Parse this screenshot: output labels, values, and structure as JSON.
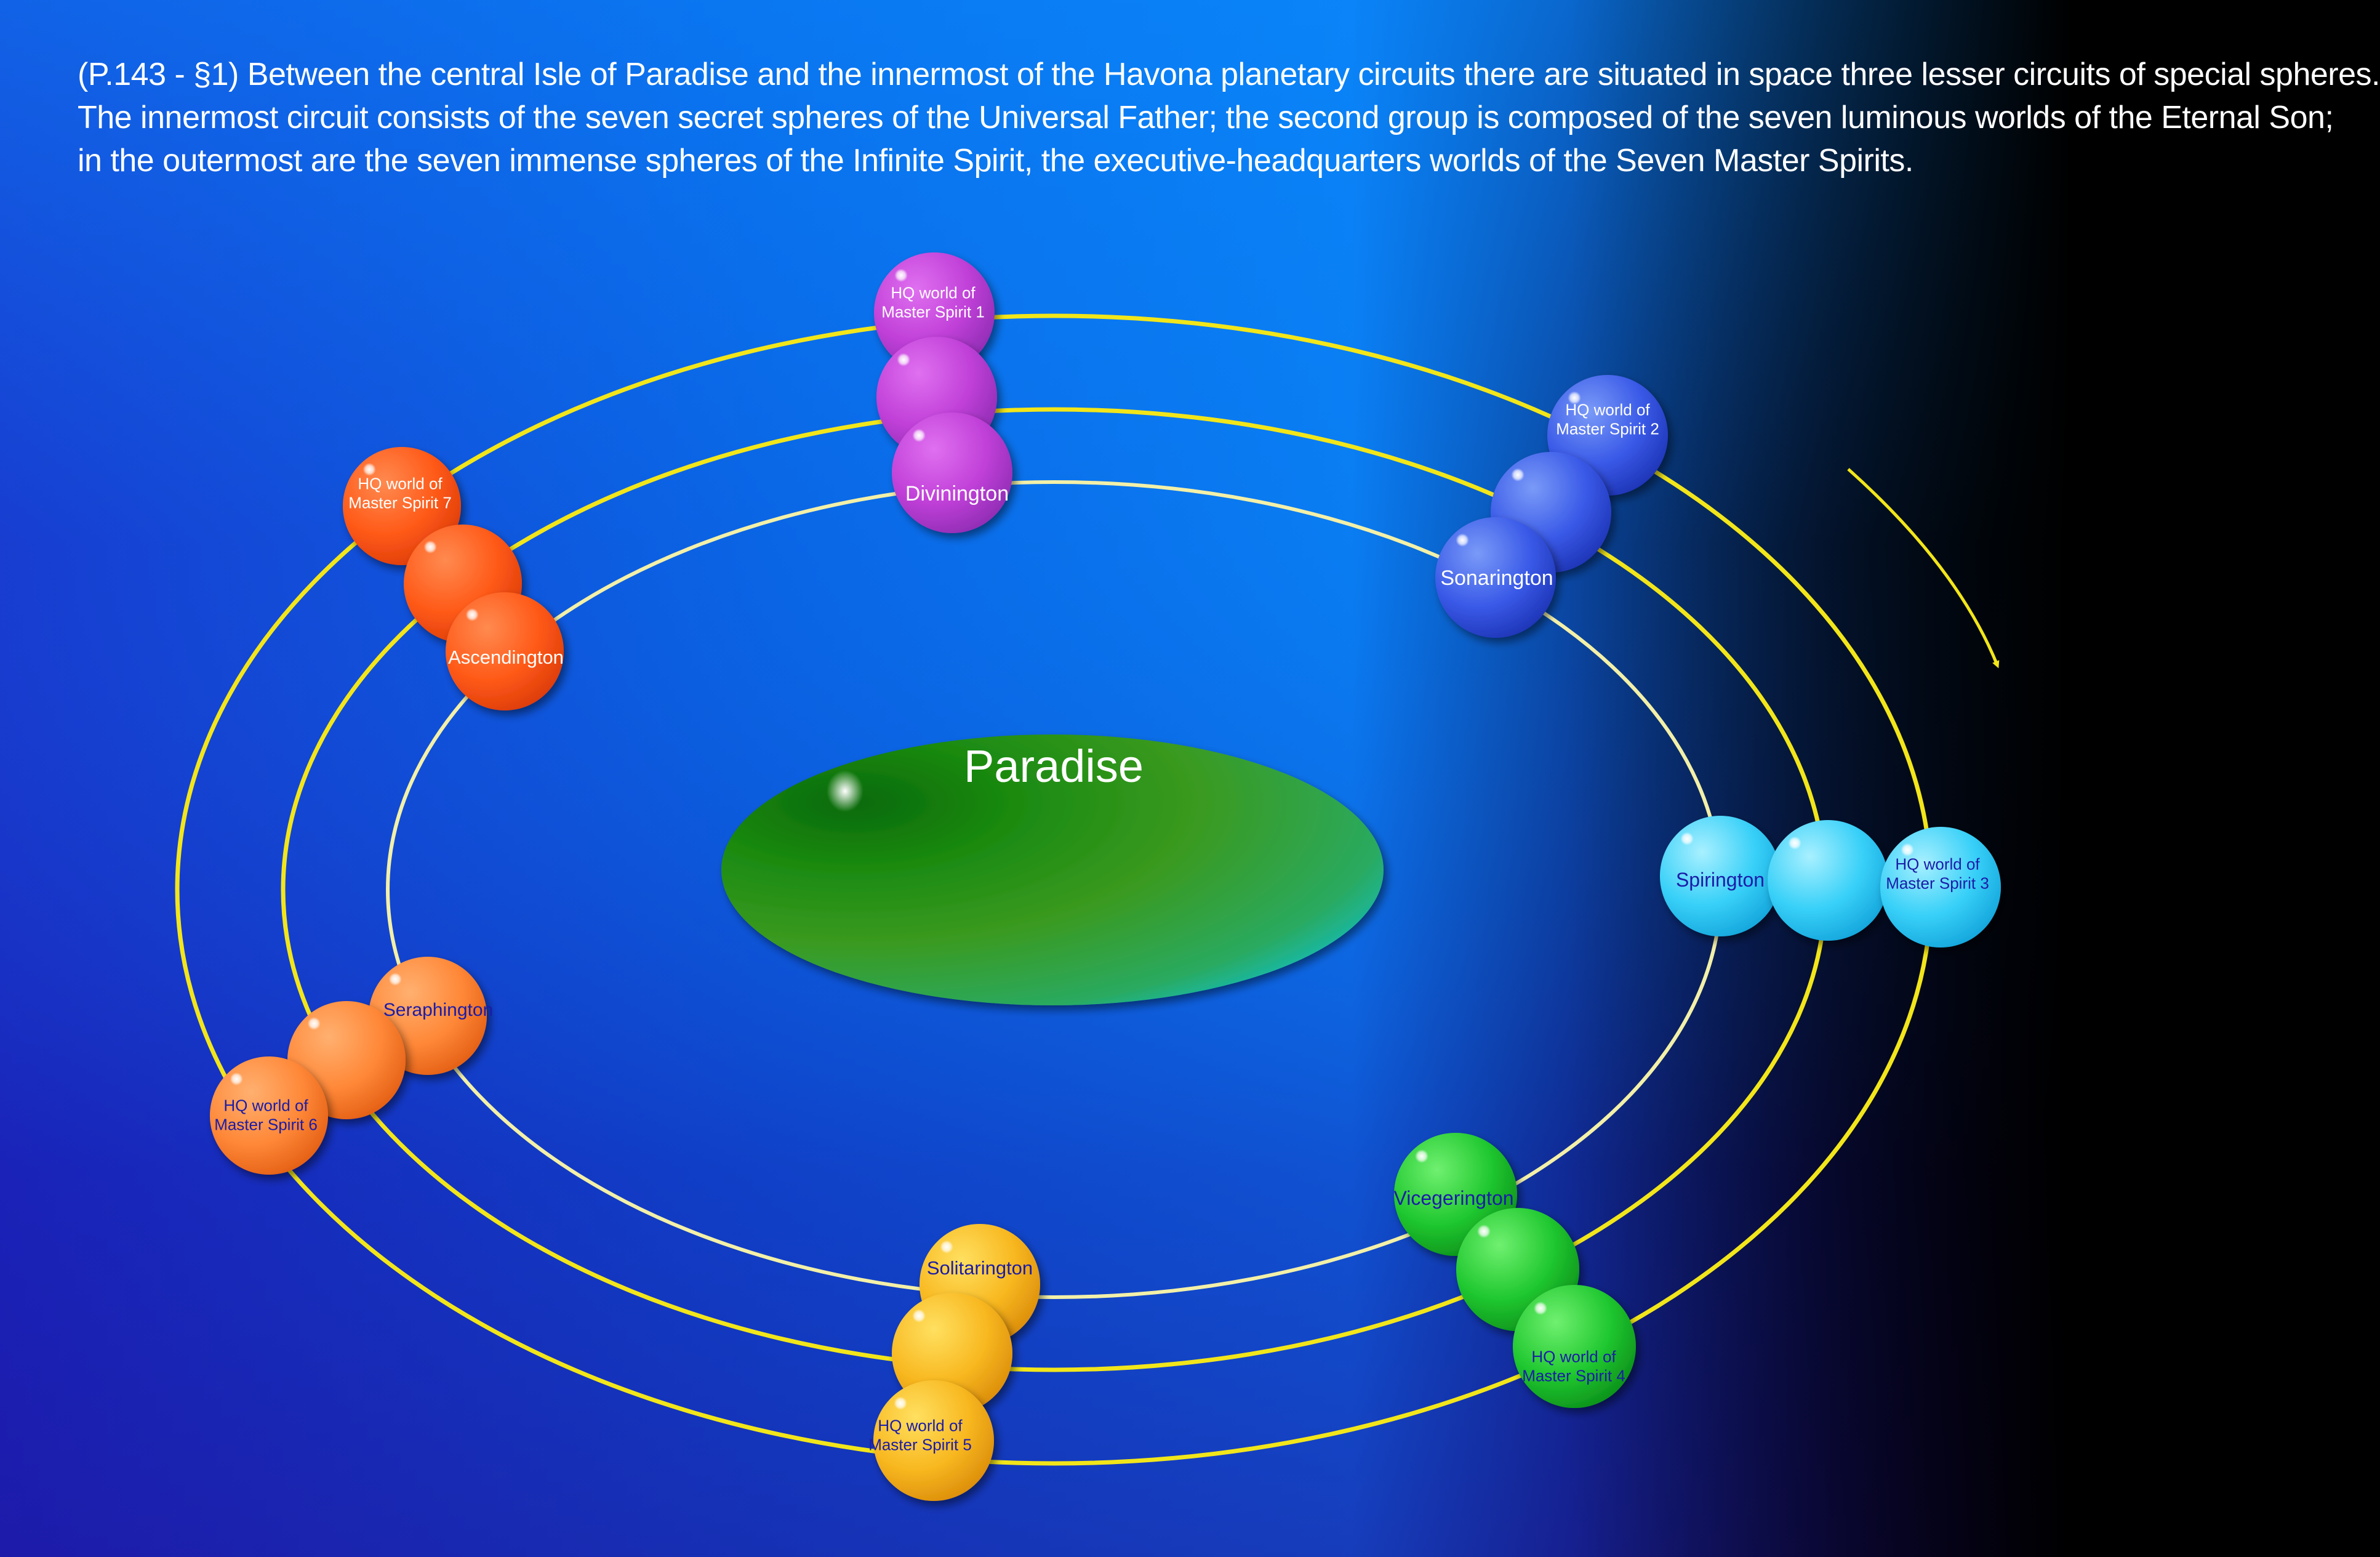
{
  "caption": {
    "line1": "(P.143 - §1)  Between the central Isle of Paradise and the innermost of the Havona planetary circuits there are situated in space three lesser circuits of special spheres.",
    "line2": "The innermost circuit consists of the seven secret spheres of the Universal Father; the second group is composed of the seven luminous worlds of the Eternal Son;",
    "line3": "in the outermost are the seven immense spheres of the Infinite Spirit, the executive-headquarters worlds of the Seven Master Spirits."
  },
  "center": {
    "label": "Paradise"
  },
  "colors": {
    "orbit_outer": "#f2e61a",
    "orbit_inner": "#f3f0a8",
    "arrow": "#f2e61a",
    "label_light": "#ffffff",
    "label_dark": "#1b1ca8"
  },
  "groups": [
    {
      "id": "group-1",
      "colors": [
        "#e070f0",
        "#c040d8",
        "#8a2ab0"
      ],
      "outer_label": [
        "HQ world of",
        "Master Spirit 1"
      ],
      "inner_label": "Divinington",
      "label_style": "light"
    },
    {
      "id": "group-2",
      "colors": [
        "#7a9af8",
        "#3a5ae8",
        "#1a30b0"
      ],
      "outer_label": [
        "HQ world of",
        "Master Spirit 2"
      ],
      "inner_label": "Sonarington",
      "label_style": "light"
    },
    {
      "id": "group-3",
      "colors": [
        "#a8f0ff",
        "#38d0f8",
        "#10a0d8"
      ],
      "outer_label": [
        "HQ world of",
        "Master Spirit 3"
      ],
      "inner_label": "Spirington",
      "label_style": "dark"
    },
    {
      "id": "group-4",
      "colors": [
        "#70f070",
        "#20c830",
        "#0a8a18"
      ],
      "outer_label": [
        "HQ world of",
        "Master Spirit 4"
      ],
      "inner_label": "Vicegerington",
      "label_style": "dark"
    },
    {
      "id": "group-5",
      "colors": [
        "#ffe060",
        "#f8b820",
        "#d88808"
      ],
      "outer_label": [
        "HQ world of",
        "Master Spirit 5"
      ],
      "inner_label": "Solitarington",
      "label_style": "dark"
    },
    {
      "id": "group-6",
      "colors": [
        "#ffb070",
        "#ff8838",
        "#e05a10"
      ],
      "outer_label": [
        "HQ world of",
        "Master Spirit 6"
      ],
      "inner_label": "Seraphington",
      "label_style": "dark"
    },
    {
      "id": "group-7",
      "colors": [
        "#ff8a50",
        "#ff5a18",
        "#d83808"
      ],
      "outer_label": [
        "HQ world of",
        "Master Spirit 7"
      ],
      "inner_label": "Ascendington",
      "label_style": "light"
    }
  ]
}
